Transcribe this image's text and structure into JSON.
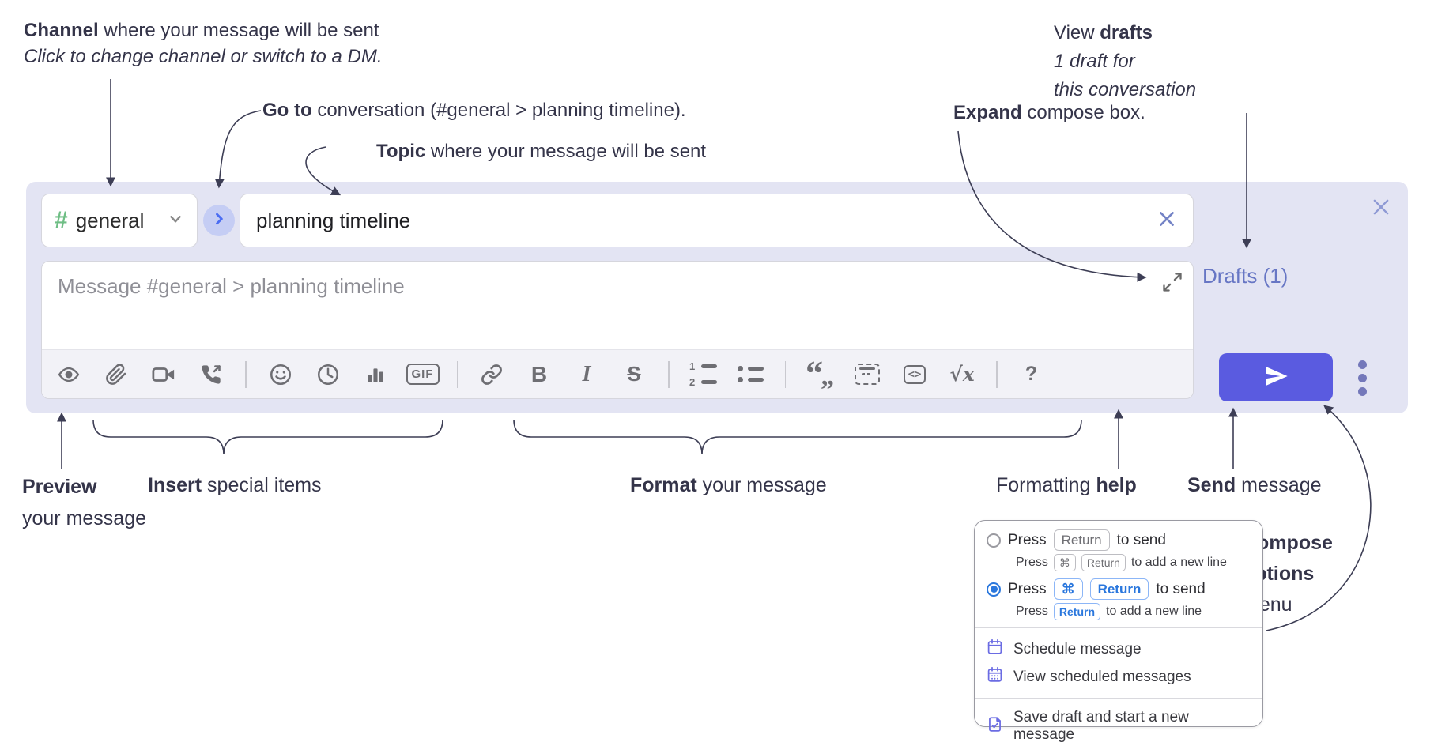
{
  "annotations": {
    "channel": {
      "bold": "Channel",
      "rest": " where your message will be sent",
      "italic": "Click to change channel or switch to a DM."
    },
    "goto": {
      "bold": "Go to",
      "rest": " conversation (#general > planning timeline)."
    },
    "topic": {
      "bold": "Topic",
      "rest": " where your message will be sent"
    },
    "expand": {
      "bold": "Expand",
      "rest": " compose box."
    },
    "drafts": {
      "pre": "View ",
      "bold": "drafts",
      "italic1": "1 draft for",
      "italic2": "this conversation"
    },
    "preview": {
      "bold": "Preview",
      "rest": "your message"
    },
    "insert": {
      "bold": "Insert",
      "rest": " special items"
    },
    "format": {
      "bold": "Format",
      "rest": " your message"
    },
    "help": {
      "pre": "Formatting ",
      "bold": "help"
    },
    "send": {
      "bold": "Send",
      "rest": " message"
    },
    "compose_options": {
      "bold1": "Compose",
      "bold2": "options",
      "rest": "menu"
    }
  },
  "compose": {
    "channel_selector": {
      "hash": "#",
      "channel": "general"
    },
    "topic_input": {
      "value": "planning timeline"
    },
    "message_input": {
      "placeholder": "Message #general > planning timeline"
    },
    "drafts_link": "Drafts (1)",
    "glyphs": {
      "gif": "GIF",
      "bold": "B",
      "italic": "I",
      "strike": "S",
      "math": "√x",
      "help": "?",
      "code": "<>",
      "num1": "1",
      "num2": "2",
      "quote_open": "“",
      "quote_close": "”"
    }
  },
  "popup": {
    "option_return": {
      "pre": "Press",
      "key": "Return",
      "post": "to send",
      "sub_pre": "Press",
      "sub_key1": "⌘",
      "sub_key2": "Return",
      "sub_post": "to add a new line"
    },
    "option_cmd_return": {
      "pre": "Press",
      "key1": "⌘",
      "key2": "Return",
      "post": "to send",
      "sub_pre": "Press",
      "sub_key": "Return",
      "sub_post": "to add a new line"
    },
    "items": {
      "schedule": "Schedule message",
      "view_scheduled": "View scheduled messages",
      "save_draft": "Save draft and start a new message"
    }
  },
  "colors": {
    "compose_bg": "#e3e4f3",
    "send_button": "#5a5be0",
    "hash_green": "#6fbe85",
    "link_purple": "#6776c4",
    "annotation_text": "#343449",
    "key_blue": "#2a77dd"
  }
}
